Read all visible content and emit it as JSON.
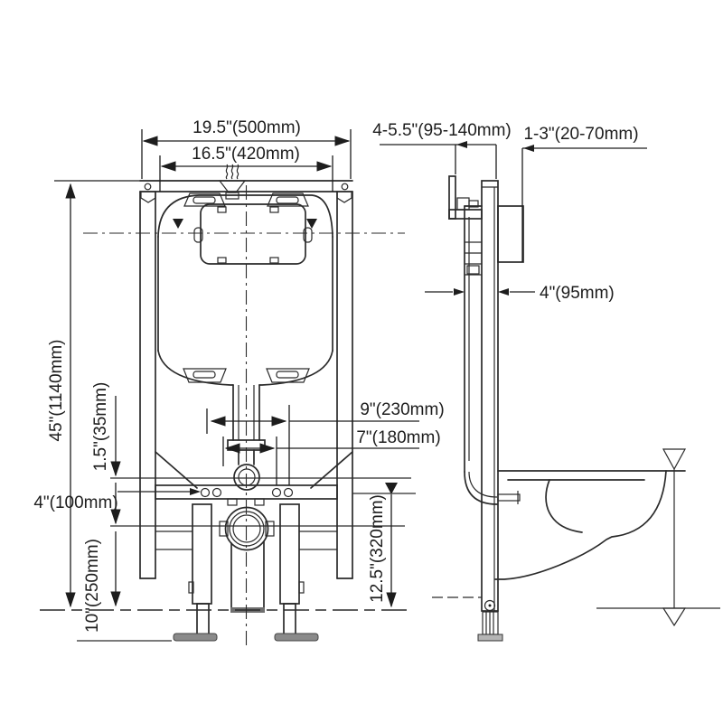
{
  "drawing": {
    "type": "installation-dimension-diagram",
    "subject": "concealed-cistern-wall-hung-toilet-carrier-frame",
    "line_color": "#2a2a2a",
    "background_color": "#ffffff",
    "foot_color": "#8a8a8a"
  },
  "labels": {
    "width_outer": "19.5\"(500mm)",
    "width_inner": "16.5\"(420mm)",
    "height_overall": "45\"(1140mm)",
    "offset_small": "1.5\"(35mm)",
    "inlet_height": "4\"(100mm)",
    "leg_adjust": "10\"(250mm)",
    "outlet_height": "12.5\"(320mm)",
    "drain_offset_wide": "9\"(230mm)",
    "drain_offset_narrow": "7\"(180mm)",
    "wall_thickness_range": "4-5.5\"(95-140mm)",
    "finish_gap_range": "1-3\"(20-70mm)",
    "frame_depth": "4\"(95mm)"
  }
}
